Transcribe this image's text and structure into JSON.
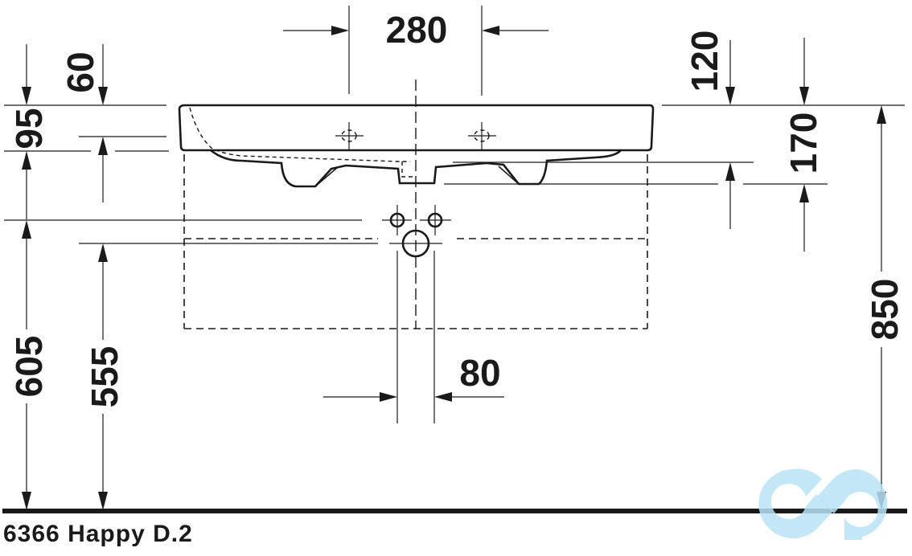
{
  "title": "6366 Happy D.2",
  "colors": {
    "line": "#1a1a1a",
    "background": "#ffffff",
    "watermark": "#b9e3f4"
  },
  "dimensions": {
    "tap_hole_spacing": "280",
    "rim_to_tap_hole_left": "60",
    "basin_height_left": "95",
    "rim_to_tap_hole_right": "120",
    "basin_depth_right": "170",
    "rim_height_from_floor": "850",
    "supply_height_from_floor": "605",
    "drain_height_from_floor": "555",
    "supply_spacing": "80"
  },
  "watermark": {
    "icon": "infinity-logo-icon"
  }
}
